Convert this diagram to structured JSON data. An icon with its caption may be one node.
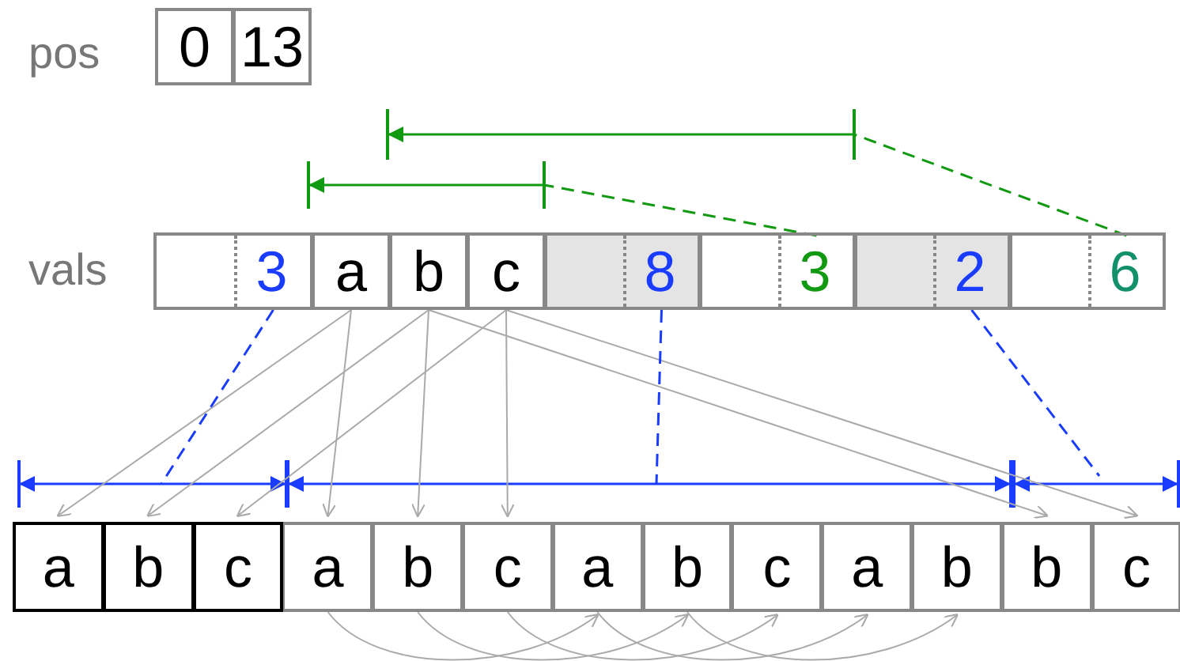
{
  "diagram": {
    "nodes": [
      {
        "text": [
          "0"
        ]
      },
      {
        "text": [
          "13"
        ]
      },
      {
        "text": [
          "3"
        ]
      },
      {
        "text": [
          "a"
        ]
      },
      {
        "text": [
          "b"
        ]
      },
      {
        "text": [
          "c"
        ]
      },
      {
        "text": [
          "8"
        ]
      },
      {
        "text": [
          "3"
        ]
      },
      {
        "text": [
          "2"
        ]
      },
      {
        "text": [
          "6"
        ]
      },
      {
        "text": [
          "a"
        ]
      },
      {
        "text": [
          "b"
        ]
      },
      {
        "text": [
          "c"
        ]
      },
      {
        "text": [
          "a"
        ]
      },
      {
        "text": [
          "b"
        ]
      },
      {
        "text": [
          "c"
        ]
      },
      {
        "text": [
          "a"
        ]
      },
      {
        "text": [
          "b"
        ]
      },
      {
        "text": [
          "c"
        ]
      },
      {
        "text": [
          "a"
        ]
      },
      {
        "text": [
          "b"
        ]
      },
      {
        "text": [
          "b"
        ]
      },
      {
        "text": [
          "c"
        ]
      }
    ],
    "edges": [
      {
        "from": 3,
        "to": 10,
        "arrow": "to"
      },
      {
        "from": 3,
        "to": 13,
        "arrow": "to"
      },
      {
        "from": 4,
        "to": 11,
        "arrow": "to"
      },
      {
        "from": 4,
        "to": 14,
        "arrow": "to"
      },
      {
        "from": 4,
        "to": 21,
        "arrow": "to"
      },
      {
        "from": 5,
        "to": 12,
        "arrow": "to"
      },
      {
        "from": 5,
        "to": 15,
        "arrow": "to"
      },
      {
        "from": 5,
        "to": 22,
        "arrow": "to"
      },
      {
        "from": 13,
        "to": 16,
        "arrow": "to"
      },
      {
        "from": 14,
        "to": 17,
        "arrow": "to"
      },
      {
        "from": 15,
        "to": 18,
        "arrow": "to"
      },
      {
        "from": 16,
        "to": 19,
        "arrow": "to"
      },
      {
        "from": 17,
        "to": 20,
        "arrow": "to"
      },
      {
        "from": 2,
        "to": null,
        "arrow": "none",
        "style": "dashed",
        "color": "#1a3cff"
      },
      {
        "from": 6,
        "to": null,
        "arrow": "none",
        "style": "dashed",
        "color": "#1a3cff"
      },
      {
        "from": 8,
        "to": null,
        "arrow": "none",
        "style": "dashed",
        "color": "#1a3cff"
      },
      {
        "from": 7,
        "to": null,
        "arrow": "none",
        "style": "dashed",
        "color": "#119911"
      },
      {
        "from": 9,
        "to": null,
        "arrow": "none",
        "style": "dashed",
        "color": "#119911"
      }
    ],
    "labels": [
      "pos",
      "vals"
    ]
  }
}
